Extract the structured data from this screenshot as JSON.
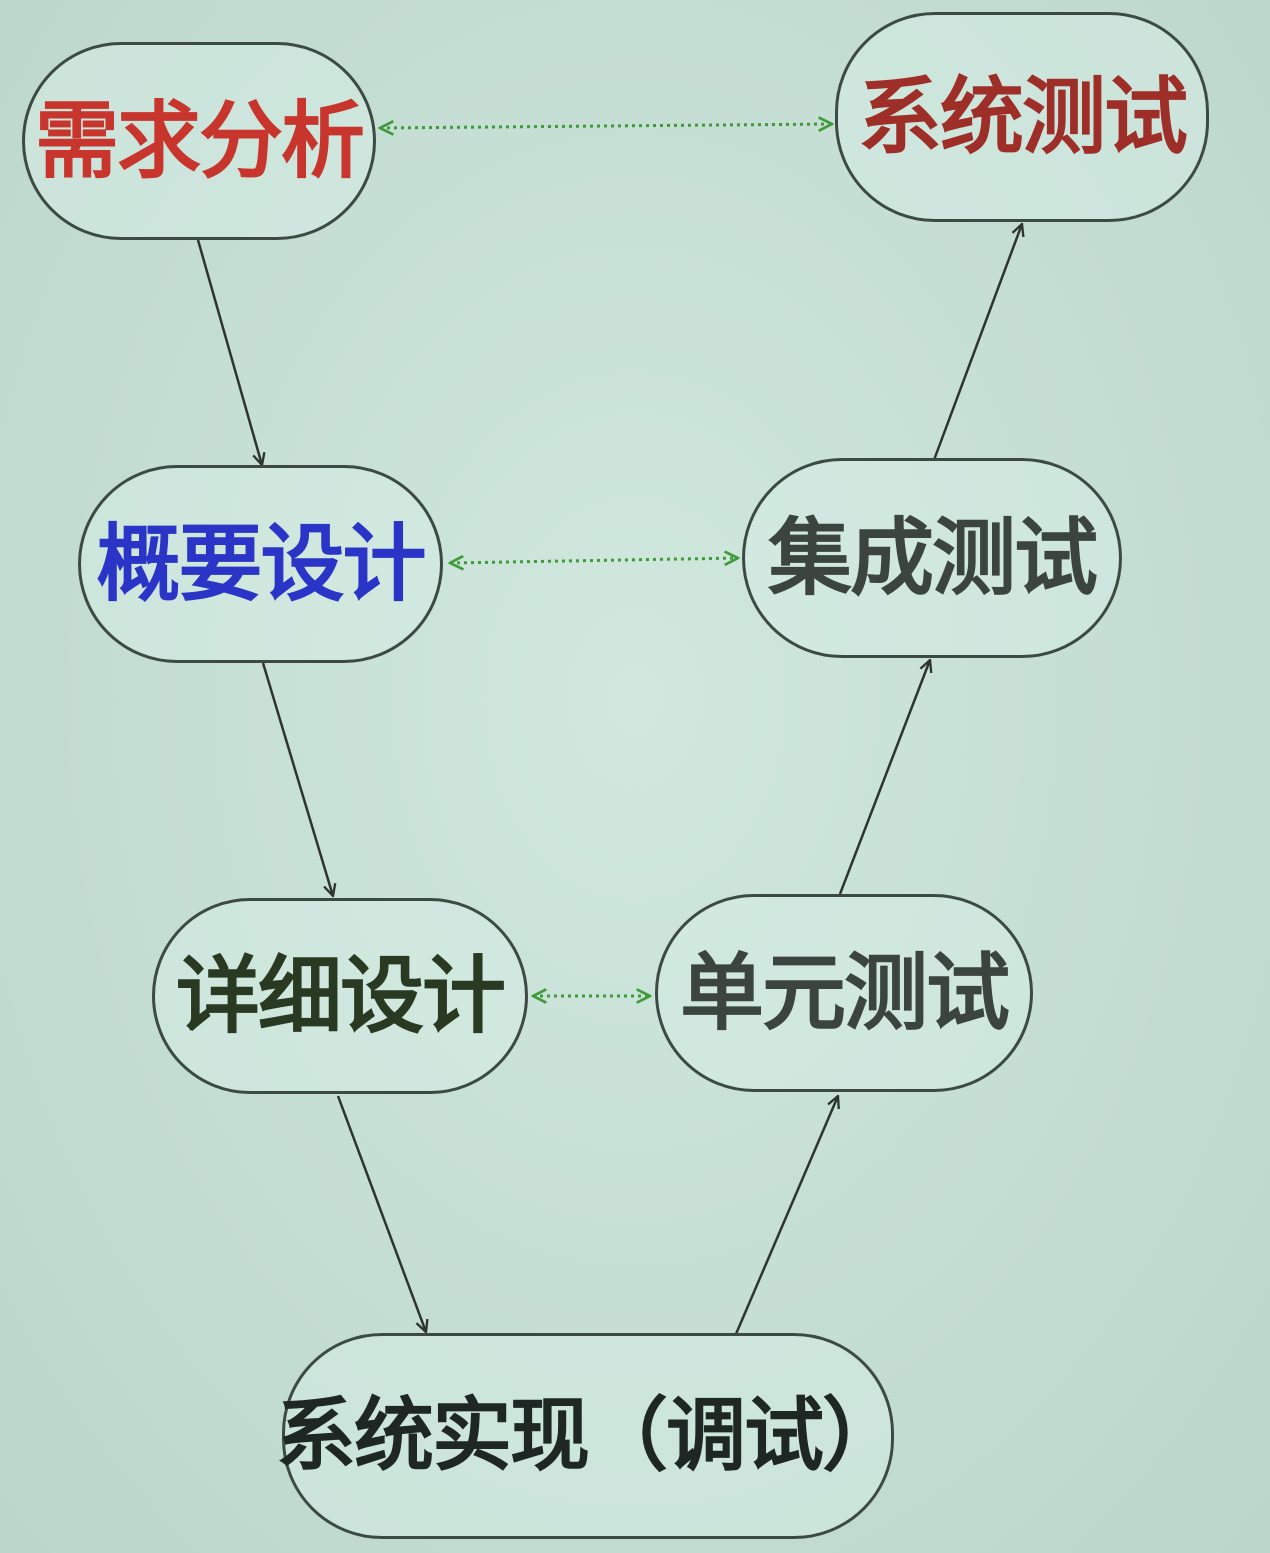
{
  "nodes": {
    "requirements_analysis": {
      "label": "需求分析",
      "color": "#c8352c"
    },
    "system_test": {
      "label": "系统测试",
      "color": "#9e2f28"
    },
    "architecture_design": {
      "label": "概要设计",
      "color": "#2a35c8"
    },
    "integration_test": {
      "label": "集成测试",
      "color": "#3c4440"
    },
    "detailed_design": {
      "label": "详细设计",
      "color": "#2a3a22"
    },
    "unit_test": {
      "label": "单元测试",
      "color": "#3c4440"
    },
    "implementation": {
      "label": "系统实现（调试）",
      "color": "#1f2724"
    }
  },
  "colors": {
    "solid_arrow": "#2e3431",
    "dotted_arrow": "#3f9a3a",
    "node_border": "#3d4a44"
  }
}
